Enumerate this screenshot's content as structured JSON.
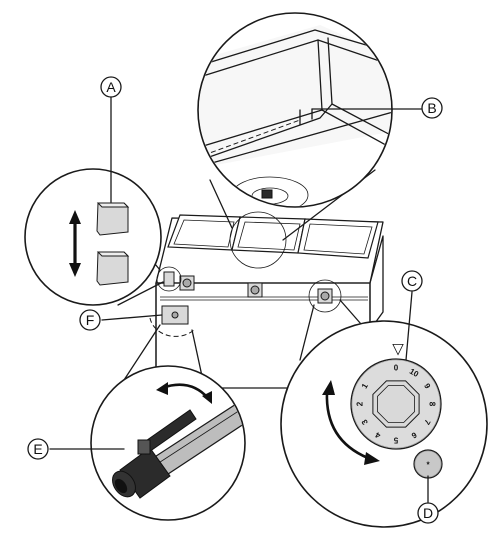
{
  "callouts": {
    "a": "A",
    "b": "B",
    "c": "C",
    "d": "D",
    "e": "E",
    "f": "F"
  },
  "dial": {
    "numbers": [
      "0",
      "10",
      "9",
      "8",
      "7",
      "6",
      "5",
      "4",
      "3",
      "2",
      "1"
    ],
    "pointer_symbol": "▽",
    "button_symbol": "*"
  },
  "icons": {
    "height-adjust": "double-arrow-vertical-icon",
    "dial-rotate": "curved-double-arrow-icon",
    "valve-rotate": "curved-double-arrow-icon"
  }
}
